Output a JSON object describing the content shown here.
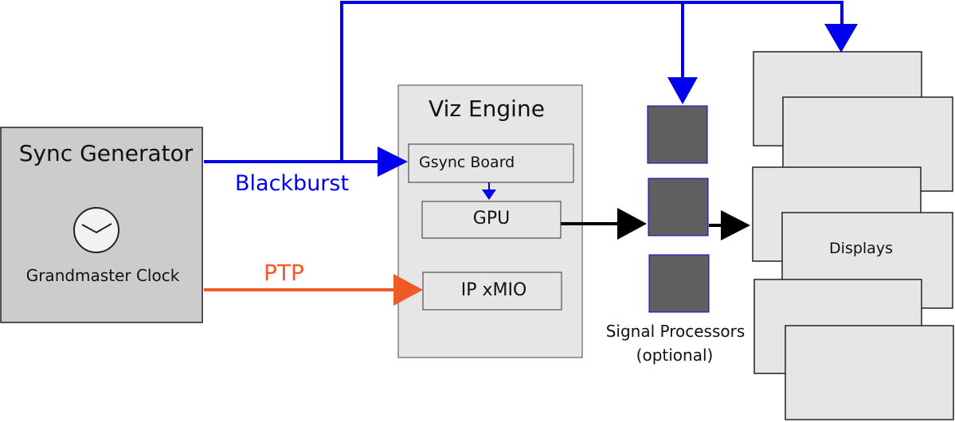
{
  "sync_generator": {
    "title": "Sync Generator",
    "clock_label": "Grandmaster Clock"
  },
  "viz_engine": {
    "title": "Viz Engine",
    "gsync": "Gsync Board",
    "gpu": "GPU",
    "ip_xmio": "IP xMIO"
  },
  "signals": {
    "blackburst": "Blackburst",
    "ptp": "PTP"
  },
  "signal_processors": {
    "line1": "Signal Processors",
    "line2": "(optional)"
  },
  "displays": {
    "label": "Displays"
  },
  "colors": {
    "blackburst": "#0000ee",
    "ptp": "#f05a28",
    "video": "#000000",
    "box_gray": "#cccccc",
    "panel_gray": "#e6e6e6",
    "processor": "#5f5f5f"
  }
}
